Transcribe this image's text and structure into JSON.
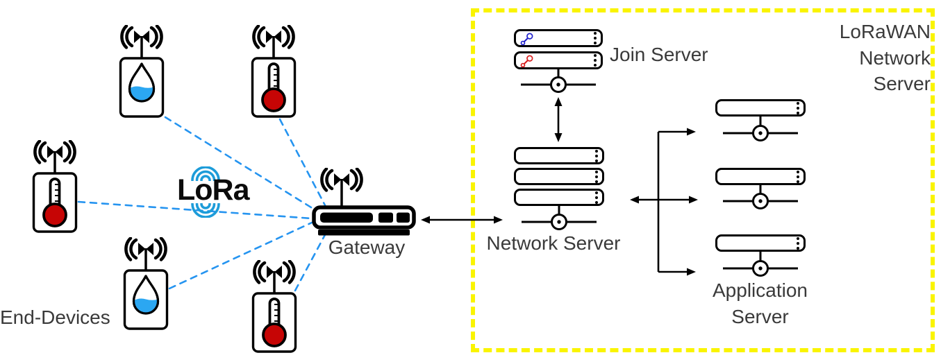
{
  "labels": {
    "end_devices": "End-Devices",
    "lora": "LoRa",
    "gateway": "Gateway",
    "join_server": "Join Server",
    "network_server": "Network Server",
    "application_server": "Application Server",
    "lorawan_network_server": "LoRaWAN Network Server"
  },
  "colors": {
    "link_blue": "#2594F0",
    "lora_arc_blue": "#1D9CD9",
    "water_blue": "#2BA7F2",
    "thermometer_red": "#C60505",
    "join_key_blue": "#2323CD",
    "join_key_red": "#D92020",
    "boundary_yellow": "#FAF400",
    "label_gray": "#3A3A3A",
    "outline_black": "#000000"
  },
  "nodes": {
    "end_devices": [
      {
        "icon": "water-level-sensor-icon"
      },
      {
        "icon": "thermometer-sensor-icon"
      },
      {
        "icon": "thermometer-sensor-icon"
      },
      {
        "icon": "water-level-sensor-icon"
      },
      {
        "icon": "thermometer-sensor-icon"
      }
    ],
    "gateway": {
      "icon": "router-antenna-icon"
    },
    "join_server_units": [
      {
        "icon": "blue-key-icon"
      },
      {
        "icon": "red-key-icon"
      }
    ],
    "network_server_units": 3,
    "application_server_units": 3
  }
}
